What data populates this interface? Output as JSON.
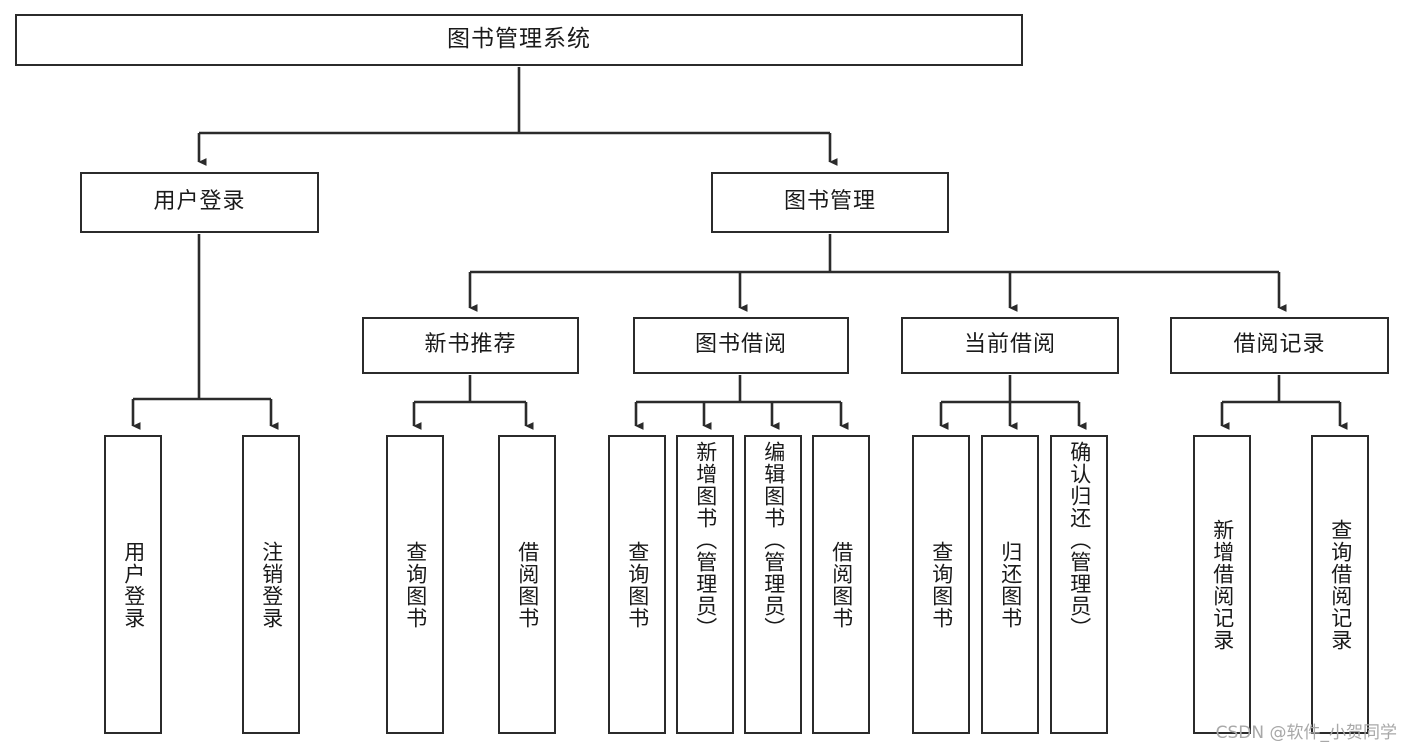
{
  "diagram": {
    "title": "图书管理系统",
    "watermark": "CSDN @软件_小贺同学",
    "line_color": "#2b2b2b",
    "box_fill": "#ffffff",
    "text_color": "#1a1a1a",
    "watermark_color": "#a8a8a8",
    "root": {
      "label": "图书管理系统"
    },
    "level2": [
      {
        "label": "用户登录"
      },
      {
        "label": "图书管理"
      }
    ],
    "level3": [
      {
        "label": "新书推荐"
      },
      {
        "label": "图书借阅"
      },
      {
        "label": "当前借阅"
      },
      {
        "label": "借阅记录"
      }
    ],
    "leaves": {
      "user_login": [
        {
          "label": "用户登录"
        },
        {
          "label": "注销登录"
        }
      ],
      "new_book_recommend": [
        {
          "label": "查询图书"
        },
        {
          "label": "借阅图书"
        }
      ],
      "book_borrow": [
        {
          "label": "查询图书"
        },
        {
          "label": "新增图书（管理员）"
        },
        {
          "label": "编辑图书（管理员）"
        },
        {
          "label": "借阅图书"
        }
      ],
      "current_borrow": [
        {
          "label": "查询图书"
        },
        {
          "label": "归还图书"
        },
        {
          "label": "确认归还（管理员）"
        }
      ],
      "borrow_record": [
        {
          "label": "新增借阅记录"
        },
        {
          "label": "查询借阅记录"
        }
      ]
    }
  }
}
